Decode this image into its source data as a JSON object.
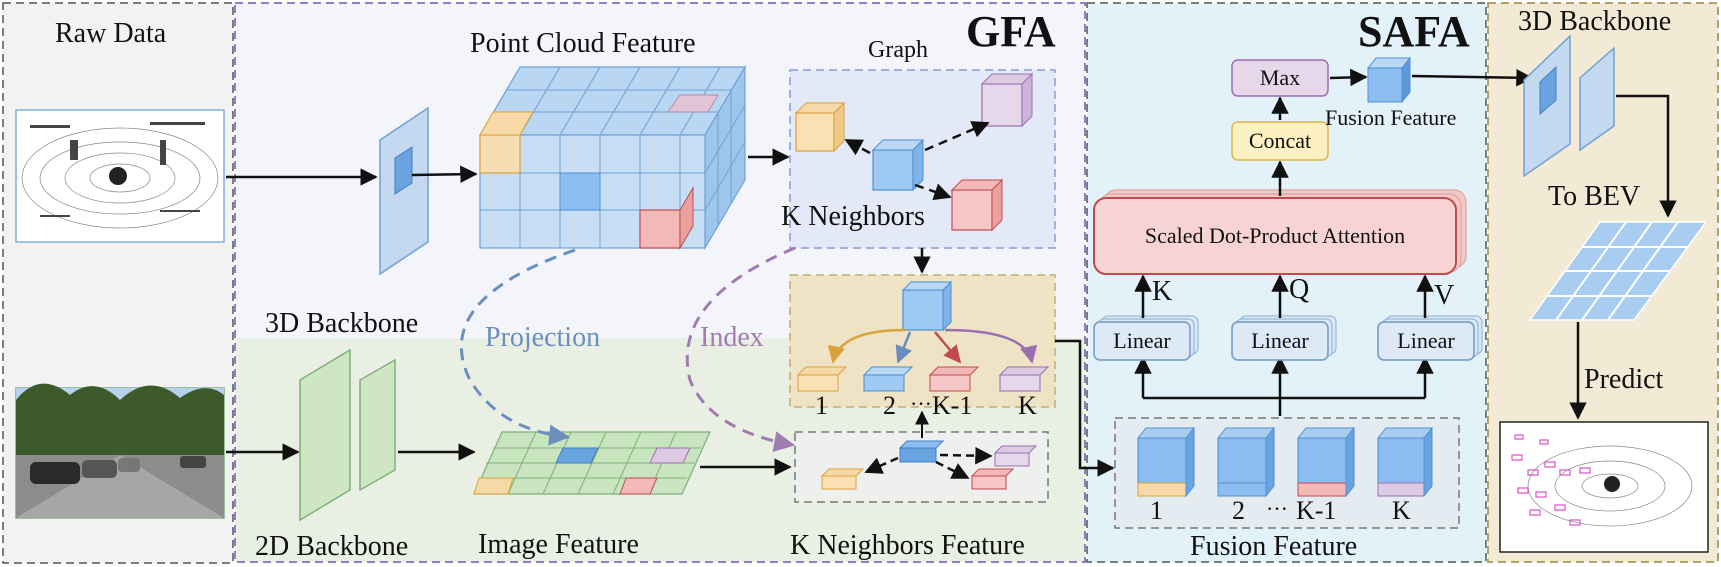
{
  "panels": {
    "raw_data": {
      "title": "Raw Data"
    },
    "gfa": {
      "title": "GFA",
      "point_cloud_feature": "Point Cloud Feature",
      "graph": "Graph",
      "k_neighbors": "K Neighbors",
      "backbone_3d": "3D Backbone",
      "backbone_2d": "2D Backbone",
      "projection": "Projection",
      "index": "Index",
      "image_feature": "Image Feature",
      "k_neighbors_feature": "K Neighbors Feature",
      "neighbor_labels": [
        "1",
        "2",
        "K-1",
        "K"
      ],
      "dots": "···"
    },
    "safa": {
      "title": "SAFA",
      "max": "Max",
      "concat": "Concat",
      "fusion_feature_top": "Fusion Feature",
      "attention": "Scaled Dot-Product Attention",
      "linear_label": "Linear",
      "k": "K",
      "q": "Q",
      "v": "V",
      "fusion_feature_bottom": "Fusion Feature",
      "fusion_labels": [
        "1",
        "2",
        "K-1",
        "K"
      ],
      "dots": "···"
    },
    "output": {
      "backbone_3d": "3D Backbone",
      "to_bev": "To BEV",
      "predict": "Predict"
    }
  },
  "colors": {
    "raw_panel_bg": "#f2f2f2",
    "gfa_top_bg": "#f3f5fb",
    "gfa_bottom_bg": "#e9f0e3",
    "safa_bg": "#e3f2f9",
    "output_bg": "#f3ead6",
    "cube_blue": "#a8cdf0",
    "cube_blue_dark": "#6aa4e0",
    "yellow": "#f6d9a6",
    "red": "#f3b9b9",
    "purple": "#dccbe3",
    "green": "#c9e5c0"
  }
}
